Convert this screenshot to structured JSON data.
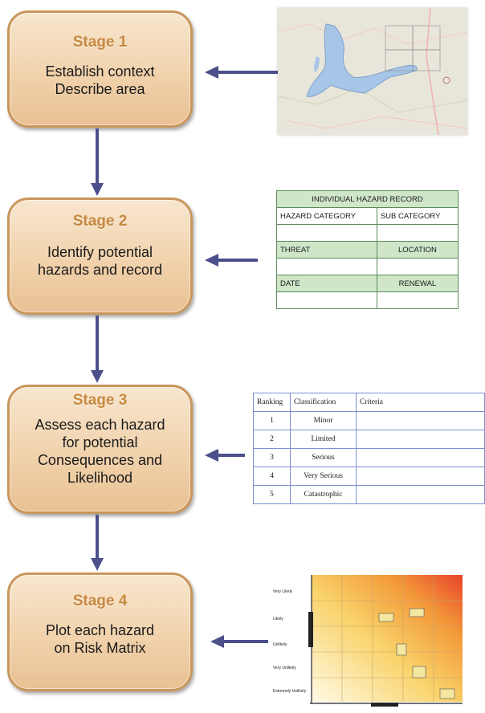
{
  "stages": [
    {
      "title": "Stage 1",
      "lines": [
        "Establish context",
        "Describe area"
      ]
    },
    {
      "title": "Stage 2",
      "lines": [
        "Identify potential",
        "hazards and record"
      ]
    },
    {
      "title": "Stage 3",
      "lines": [
        "Assess each hazard",
        "for potential",
        "Consequences and",
        "Likelihood"
      ]
    },
    {
      "title": "Stage 4",
      "lines": [
        "Plot each hazard",
        "on Risk Matrix"
      ]
    }
  ],
  "hazard_record": {
    "title": "INDIVIDUAL HAZARD RECORD",
    "hazard_category": "HAZARD CATEGORY",
    "sub_category": "SUB CATEGORY",
    "threat": "THREAT",
    "location": "LOCATION",
    "date": "DATE",
    "renewal": "RENEWAL"
  },
  "ranking_table": {
    "headers": [
      "Ranking",
      "Classification",
      "Criteria"
    ],
    "rows": [
      {
        "rank": "1",
        "classification": "Minor"
      },
      {
        "rank": "2",
        "classification": "Limited"
      },
      {
        "rank": "3",
        "classification": "Serious"
      },
      {
        "rank": "4",
        "classification": "Very Serious"
      },
      {
        "rank": "5",
        "classification": "Catastrophic"
      }
    ]
  },
  "risk_matrix": {
    "rows": [
      "Very Likely",
      "Likely",
      "Unlikely",
      "Very Unlikely",
      "Extremely Unlikely"
    ]
  },
  "colors": {
    "arrow": "#4b4f8a",
    "stage_title": "#c78941",
    "stage_border": "#c9965b",
    "hazard_table_border": "#5d8a5b",
    "hazard_table_fill": "#cfe6c9",
    "ranking_table_border": "#7c8fd0"
  }
}
